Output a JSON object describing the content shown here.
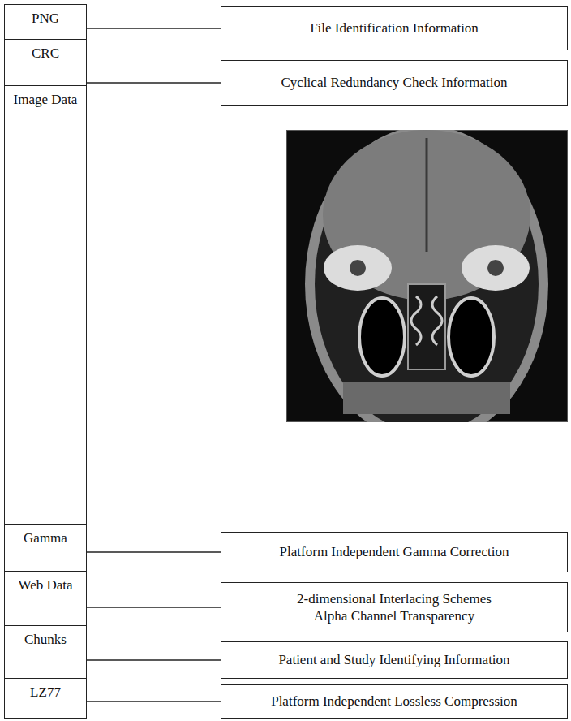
{
  "diagram": {
    "nodes": [
      {
        "text": [
          "PNG"
        ]
      },
      {
        "text": [
          "File Identification Information"
        ]
      },
      {
        "text": [
          "CRC"
        ]
      },
      {
        "text": [
          "Cyclical Redundancy Check Information"
        ]
      },
      {
        "text": [
          "Image Data"
        ]
      },
      {
        "text": [
          "Gamma"
        ]
      },
      {
        "text": [
          "Platform Independent Gamma Correction"
        ]
      },
      {
        "text": [
          "Web Data"
        ]
      },
      {
        "text": [
          "2-dimensional Interlacing Schemes",
          "Alpha Channel Transparency"
        ]
      },
      {
        "text": [
          "Chunks"
        ]
      },
      {
        "text": [
          "Patient and Study Identifying Information"
        ]
      },
      {
        "text": [
          "LZ77"
        ]
      },
      {
        "text": [
          "Platform Independent Lossless Compression"
        ]
      }
    ],
    "edges": [
      {
        "from": 0,
        "to": 1,
        "arrow": "none"
      },
      {
        "from": 2,
        "to": 3,
        "arrow": "none"
      },
      {
        "from": 5,
        "to": 6,
        "arrow": "none"
      },
      {
        "from": 7,
        "to": 8,
        "arrow": "none"
      },
      {
        "from": 9,
        "to": 10,
        "arrow": "none"
      },
      {
        "from": 11,
        "to": 12,
        "arrow": "none"
      }
    ]
  }
}
